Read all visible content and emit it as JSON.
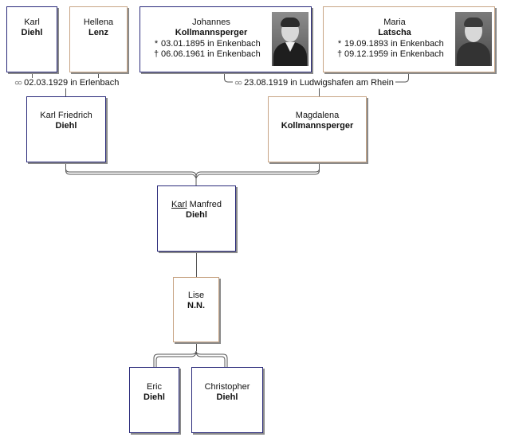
{
  "people": {
    "karl_diehl": {
      "first": "Karl",
      "last": "Diehl"
    },
    "hellena_lenz": {
      "first": "Hellena",
      "last": "Lenz"
    },
    "johannes": {
      "first": "Johannes",
      "last": "Kollmannsperger",
      "birth": "03.01.1895 in Enkenbach",
      "death": "06.06.1961 in Enkenbach"
    },
    "maria": {
      "first": "Maria",
      "last": "Latscha",
      "birth": "19.09.1893 in Enkenbach",
      "death": "09.12.1959 in Enkenbach"
    },
    "karl_friedrich": {
      "first": "Karl Friedrich",
      "last": "Diehl"
    },
    "magdalena": {
      "first": "Magdalena",
      "last": "Kollmannsperger"
    },
    "karl_manfred": {
      "first_underlined": "Karl",
      "first_rest": " Manfred",
      "last": "Diehl"
    },
    "lise": {
      "first": "Lise",
      "last": "N.N."
    },
    "eric": {
      "first": "Eric",
      "last": "Diehl"
    },
    "christopher": {
      "first": "Christopher",
      "last": "Diehl"
    }
  },
  "marriages": {
    "left": "02.03.1929 in Erlenbach",
    "right": "23.08.1919 in Ludwigshafen am Rhein"
  },
  "symbols": {
    "birth": "*",
    "death": "†",
    "marriage": "∞",
    "marriage_icon": "marriage-rings-icon"
  },
  "colors": {
    "male_border": "#2a2a7a",
    "female_border": "#c8a585",
    "connector": "#555555"
  }
}
